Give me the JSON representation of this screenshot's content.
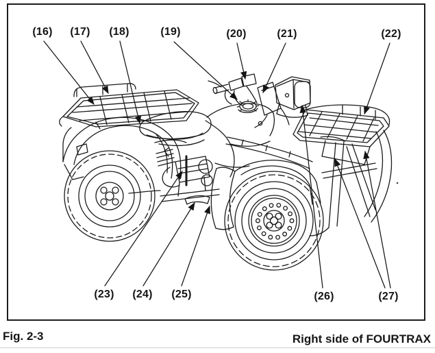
{
  "page": {
    "background": "#ffffff",
    "line_color": "#1a1a1a",
    "frame_border_color": "#1c1c1c",
    "rule_color": "#cfcfcf"
  },
  "figure": {
    "caption_left": "Fig. 2-3",
    "caption_right": "Right side of FOURTRAX",
    "callouts": [
      {
        "num": "16",
        "label": "(16)"
      },
      {
        "num": "17",
        "label": "(17)"
      },
      {
        "num": "18",
        "label": "(18)"
      },
      {
        "num": "19",
        "label": "(19)"
      },
      {
        "num": "20",
        "label": "(20)"
      },
      {
        "num": "21",
        "label": "(21)"
      },
      {
        "num": "22",
        "label": "(22)"
      },
      {
        "num": "23",
        "label": "(23)"
      },
      {
        "num": "24",
        "label": "(24)"
      },
      {
        "num": "25",
        "label": "(25)"
      },
      {
        "num": "26",
        "label": "(26)"
      },
      {
        "num": "27",
        "label": "(27)"
      }
    ]
  }
}
